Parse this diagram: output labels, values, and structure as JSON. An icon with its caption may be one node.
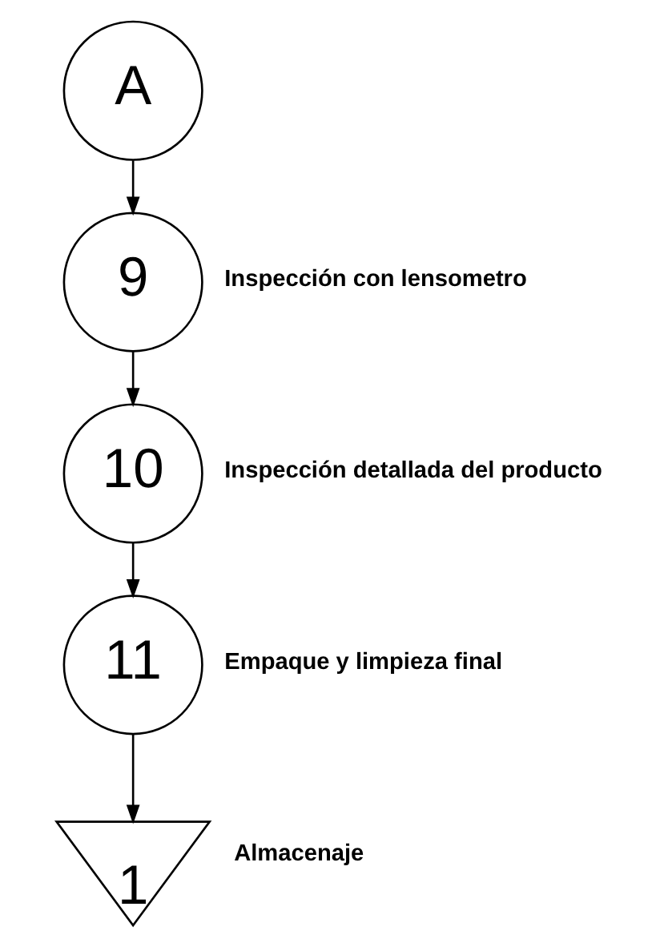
{
  "diagram": {
    "nodes": [
      {
        "text": [
          "A"
        ]
      },
      {
        "text": [
          "9"
        ],
        "beside": [
          "Inspección con lensometro"
        ]
      },
      {
        "text": [
          "10"
        ],
        "beside": [
          "Inspección detallada del producto"
        ]
      },
      {
        "text": [
          "11"
        ],
        "beside": [
          "Empaque y limpieza final"
        ]
      },
      {
        "text": [
          "1"
        ],
        "beside": [
          "Almacenaje"
        ]
      }
    ],
    "edges": [
      {
        "from": 0,
        "to": 1,
        "arrow": "to"
      },
      {
        "from": 1,
        "to": 2,
        "arrow": "to"
      },
      {
        "from": 2,
        "to": 3,
        "arrow": "to"
      },
      {
        "from": 3,
        "to": 4,
        "arrow": "to"
      }
    ]
  }
}
